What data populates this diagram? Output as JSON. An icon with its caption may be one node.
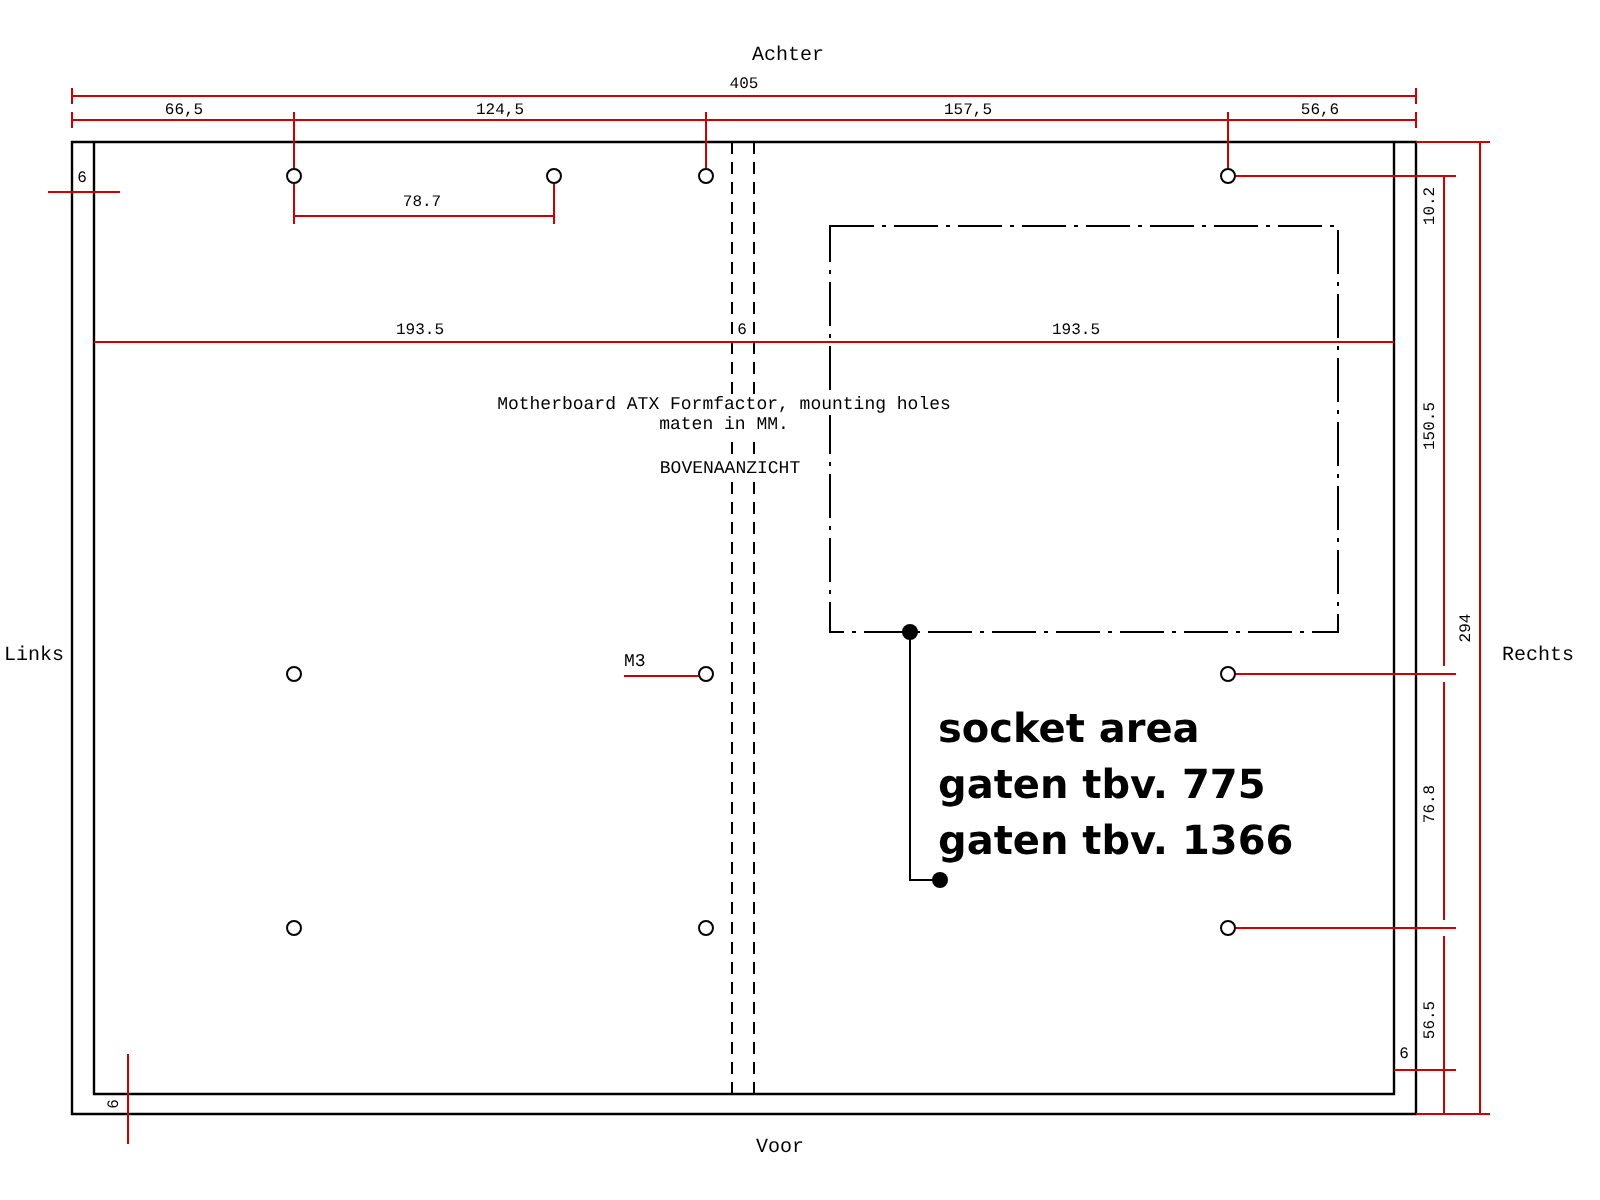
{
  "diagram": {
    "nodes": [
      {
        "text": [],
        "shape": "box"
      },
      {
        "text": [
          "socket area",
          "gaten tbv. 775",
          "gaten tbv. 1366"
        ]
      },
      {
        "text": [
          "M3"
        ]
      },
      {
        "text": [],
        "shape": "circle"
      }
    ],
    "edges": [
      {
        "from": 1,
        "to": 0,
        "arrow": "other"
      },
      {
        "from": 2,
        "to": 3,
        "arrow": "none",
        "color": "#cc0000"
      }
    ],
    "labels": [
      "Achter",
      "405",
      "66,5",
      "124,5",
      "157,5",
      "56,6",
      "6",
      "78.7",
      "10.2",
      "193.5",
      "6",
      "193.5",
      "150.5",
      "Motherboard ATX Formfactor, mounting holes",
      "maten in MM.",
      "BOVENAANZICHT",
      "Links",
      "Rechts",
      "294",
      "76.8",
      "56.5",
      "6",
      "6",
      "Voor"
    ]
  }
}
